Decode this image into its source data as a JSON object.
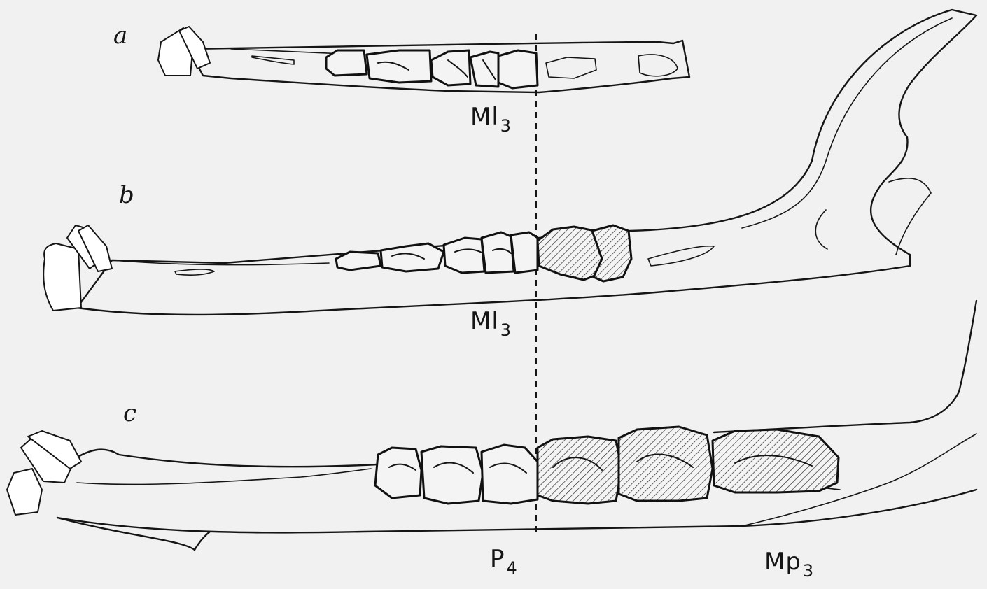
{
  "figure": {
    "panels": [
      {
        "id": "a",
        "label": "a",
        "tooth_label": {
          "main": "Ml",
          "sub": "3"
        }
      },
      {
        "id": "b",
        "label": "b",
        "tooth_label": {
          "main": "Ml",
          "sub": "3"
        }
      },
      {
        "id": "c",
        "label": "c",
        "tooth_labels": [
          {
            "main": "P",
            "sub": "4"
          },
          {
            "main": "Mp",
            "sub": "3"
          }
        ]
      }
    ],
    "colors": {
      "ink": "#151515",
      "paper": "#f1f1f1"
    }
  }
}
